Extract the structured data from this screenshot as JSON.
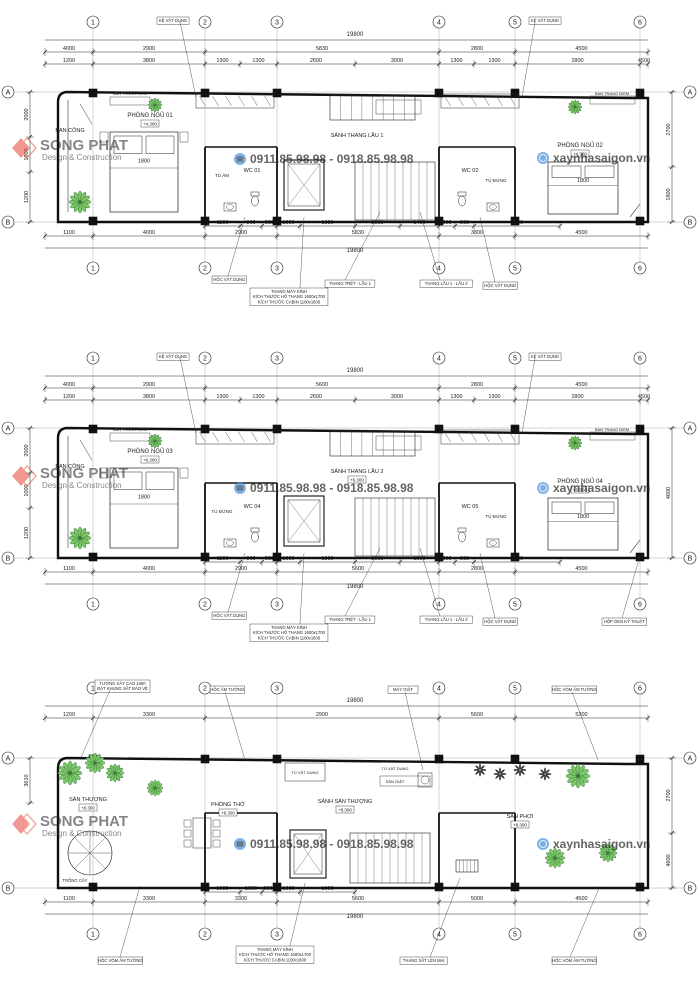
{
  "watermarks": {
    "company": "SONG PHAT",
    "tagline": "Design & Construction",
    "phones": "0911.85.98.98 - 0918.85.98.98",
    "website": "xaynhasaigon.vn"
  },
  "axes": {
    "cols": [
      "1",
      "2",
      "3",
      "4",
      "5",
      "6"
    ],
    "rows": [
      "A",
      "B"
    ]
  },
  "plans": [
    {
      "id": "plan1",
      "total_dim": "19800",
      "top_dims": [
        "4000",
        "2900",
        "5830",
        "2800",
        "4500"
      ],
      "top_sub_dims": [
        "1200",
        "3800",
        "1300",
        "1300",
        "2600",
        "3000",
        "1300",
        "1300",
        "2800",
        "4500"
      ],
      "bottom_dims": [
        "1100",
        "4000",
        "2900",
        "5830",
        "3800",
        "4500"
      ],
      "bottom_sub_dims": [
        "1180",
        "960",
        "530",
        "1600",
        "1930",
        "2000",
        "1400",
        "500",
        "960",
        "4300"
      ],
      "left_dims": [
        "2000",
        "1000",
        "1200"
      ],
      "right_dims": [
        "2700",
        "1800"
      ],
      "rooms": [
        {
          "label": "BAN CÔNG"
        },
        {
          "label": "PHÒNG NGỦ 01",
          "level": "+4.300"
        },
        {
          "label": "TỦ ÂM"
        },
        {
          "label": "WC 01"
        },
        {
          "label": "SẢNH THANG LẦU 1"
        },
        {
          "label": "WC 02"
        },
        {
          "label": "PHÒNG NGỦ 02",
          "level": "+4.300"
        },
        {
          "label": "BÀN TRANG ĐIỂM"
        },
        {
          "label": "TỦ ĐỨNG"
        }
      ],
      "callouts": [
        "KỆ VẬT DỤNG",
        "KỆ VẬT DỤNG",
        "HỘC VẬT DỤNG",
        "THANG MÁY KÍNH",
        "KÍCH THƯỚC HỐ THANG 1600x1700",
        "KÍCH THƯỚC CABIN 1100x1600",
        "THANG TRỆT - LẦU 1",
        "THANG LẦU 1 - LẦU 2",
        "HỘC VẬT DỤNG"
      ],
      "beds": [
        "1800",
        "1800"
      ]
    },
    {
      "id": "plan2",
      "total_dim": "19800",
      "top_dims": [
        "4000",
        "2900",
        "5600",
        "2800",
        "4500"
      ],
      "top_sub_dims": [
        "1200",
        "3800",
        "1300",
        "1300",
        "2600",
        "3000",
        "1300",
        "1300",
        "2800",
        "4500"
      ],
      "bottom_dims": [
        "1100",
        "4000",
        "2900",
        "5600",
        "2800",
        "4500"
      ],
      "bottom_sub_dims": [
        "1180",
        "960",
        "530",
        "1600",
        "1000",
        "2000",
        "1000",
        "500",
        "960",
        "4300"
      ],
      "left_dims": [
        "2000",
        "1000",
        "1200"
      ],
      "right_dims": [
        "4600"
      ],
      "rooms": [
        {
          "label": "BAN CÔNG"
        },
        {
          "label": "PHÒNG NGỦ 03",
          "level": "+6.300"
        },
        {
          "label": "TỦ ĐỨNG"
        },
        {
          "label": "WC 04"
        },
        {
          "label": "SẢNH THANG LẦU 2",
          "level": "+6.300"
        },
        {
          "label": "WC 05"
        },
        {
          "label": "PHÒNG NGỦ 04",
          "level": "+6.300"
        },
        {
          "label": "BÀN TRANG ĐIỂM"
        },
        {
          "label": "TỦ ĐỨNG"
        }
      ],
      "callouts": [
        "KỆ VẬT DỤNG",
        "KỆ VẬT DỤNG",
        "HỘC VẬT DỤNG",
        "THANG MÁY KÍNH",
        "KÍCH THƯỚC HỐ THANG 1600x1700",
        "KÍCH THƯỚC CABIN 1100x1600",
        "THANG TRỆT - LẦU 1",
        "THANG LẦU 1 - LẦU 2",
        "HỘC VẬT DỤNG",
        "HỘP GEN KỸ THUẬT"
      ],
      "beds": [
        "1800",
        "1800"
      ]
    },
    {
      "id": "plan3",
      "total_dim": "19800",
      "top_dims": [
        "1200",
        "3300",
        "2900",
        "5600",
        "5300"
      ],
      "bottom_dims": [
        "1100",
        "3300",
        "3300",
        "5600",
        "5000",
        "4500"
      ],
      "bottom_sub_dims": [
        "1600",
        "1000",
        "2000",
        "1800",
        "1600"
      ],
      "left_dims": [
        "3610"
      ],
      "right_dims": [
        "2700",
        "4600"
      ],
      "rooms": [
        {
          "label": "SÂN THƯỢNG",
          "level": "+8.300"
        },
        {
          "label": "PHÒNG THỜ",
          "level": "+8.300"
        },
        {
          "label": "SẢNH SÂN THƯỢNG",
          "level": "+8.300"
        },
        {
          "label": "SÂN PHƠI",
          "level": "+8.300"
        },
        {
          "label": "SÂN GIẶT"
        },
        {
          "label": "TỦ VẬT DỤNG"
        },
        {
          "label": "TRỒNG CÂY"
        }
      ],
      "callouts": [
        "TƯỜNG XÂY CAO 1000",
        "ĐẶT KHUNG SẮT BẢO VỆ",
        "HỘC ÂM TƯỜNG",
        "MÁY GIẶT",
        "HỘC VÒM ÂM TƯỜNG",
        "THANG MÁY KÍNH",
        "KÍCH THƯỚC HỐ THANG 1600x1700",
        "KÍCH THƯỚC CABIN 1100x1600",
        "THANG SẮT LÊN MÁI",
        "HỘC VÒM ÂM TƯỜNG",
        "HỘC VÒM ÂM TƯỜNG"
      ]
    }
  ]
}
